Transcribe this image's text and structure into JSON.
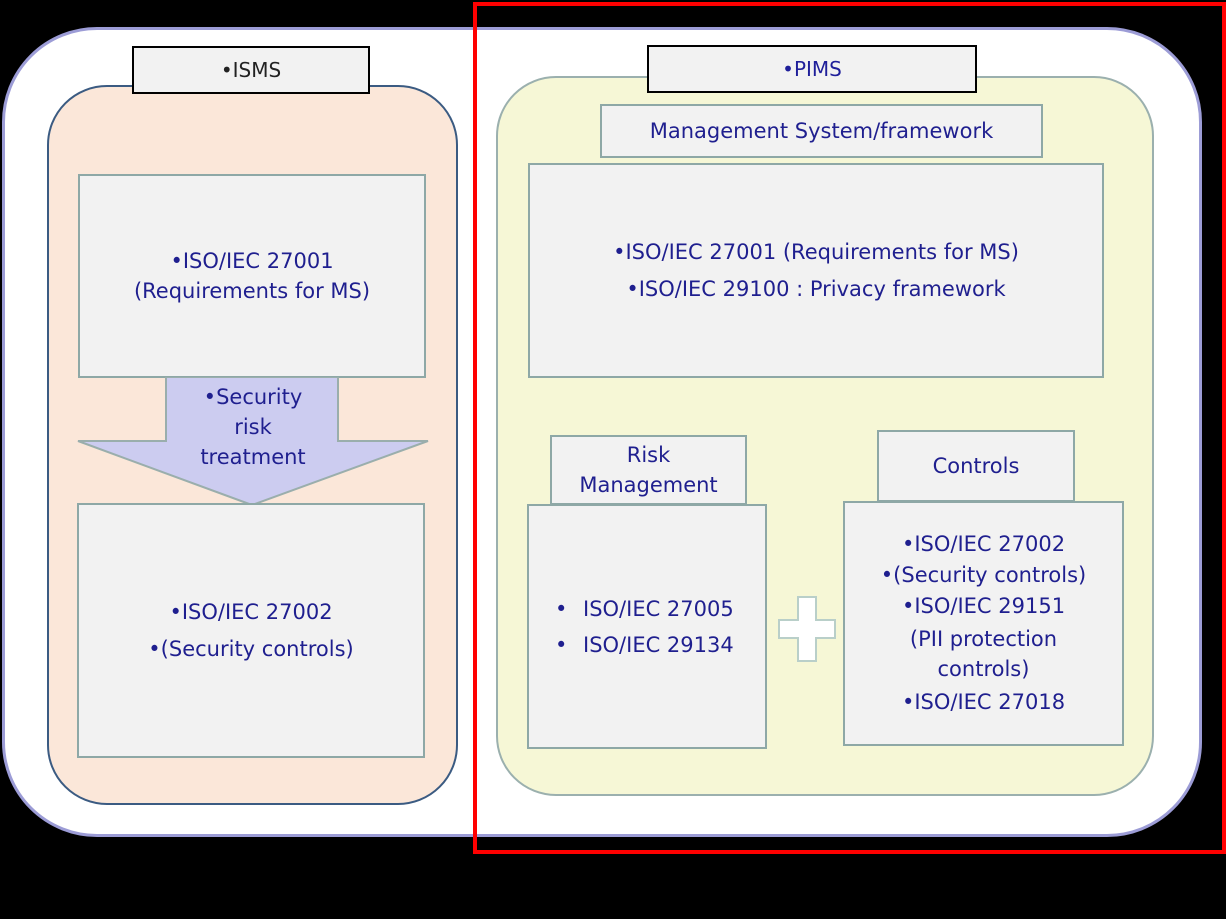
{
  "isms": {
    "tab_label": "ISMS",
    "top_box": [
      "ISO/IEC 27001",
      "(Requirements for MS)"
    ],
    "arrow_label": [
      "Security",
      "risk",
      "treatment"
    ],
    "bottom_box": [
      "ISO/IEC 27002",
      "(Security controls)"
    ]
  },
  "pims": {
    "tab_label": "PIMS",
    "management_header": "Management System/framework",
    "management_box": [
      "ISO/IEC 27001 (Requirements for MS)",
      "ISO/IEC 29100 : Privacy framework"
    ],
    "risk_header": [
      "Risk",
      "Management"
    ],
    "risk_items": [
      "ISO/IEC 27005",
      "ISO/IEC 29134"
    ],
    "controls_header": "Controls",
    "controls_box": [
      "ISO/IEC 27002",
      "(Security controls)",
      "ISO/IEC 29151",
      "(PII protection",
      "controls)",
      "ISO/IEC 27018"
    ]
  },
  "colors": {
    "outer_border": "#9c9cd6",
    "isms_fill": "#fbe7d9",
    "pims_fill": "#f6f7d6",
    "arrow_fill": "#ccccf0",
    "text_blue": "#1f1f8f",
    "highlight": "#ff0000"
  },
  "icons": {
    "plus": "plus-icon",
    "arrow": "down-arrow-icon"
  }
}
